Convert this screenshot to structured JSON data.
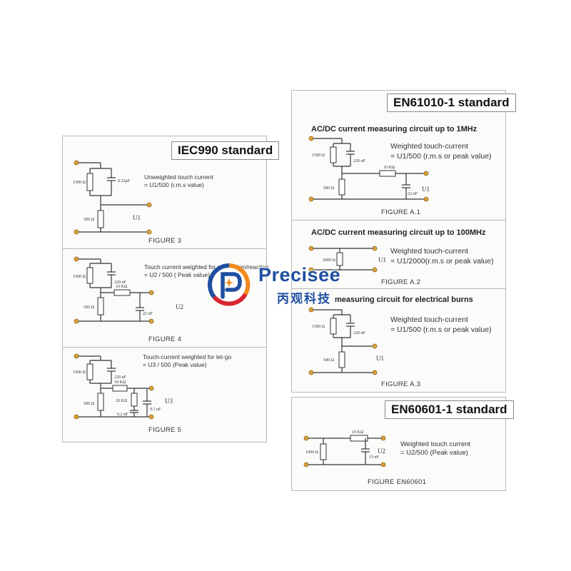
{
  "iec990": {
    "title": "IEC990 standard",
    "fig3": {
      "caption": "FIGURE 3",
      "note": [
        "Unweighted touch current",
        "= U1/500 (r.m.s value)"
      ],
      "r1": "1500 Ω",
      "c1": "0.22μF",
      "r2": "500 Ω",
      "u": "U1"
    },
    "fig4": {
      "caption": "FIGURE 4",
      "note": [
        "Touch current weighted for perception/reaction",
        "= U2 / 500  ( Peak value)"
      ],
      "r1": "1500 Ω",
      "c1": "220 nF",
      "r2": "500 Ω",
      "r3": "10 KΩ",
      "c2": "22 nF",
      "u": "U2"
    },
    "fig5": {
      "caption": "FIGURE 5",
      "note": [
        "Touch-current weighted for let-go",
        "= U3 / 500  (Peak value)"
      ],
      "r1": "1500 Ω",
      "c1": "220 nF",
      "r2": "500 Ω",
      "r3": "10 KΩ",
      "r4": "20 KΩ",
      "c2": "6.2 nF",
      "c3": "9.1 nF",
      "u": "U3"
    }
  },
  "en61010": {
    "title": "EN61010-1 standard",
    "a1": {
      "header": "AC/DC current measuring circuit up to 1MHz",
      "note": [
        "Weighted touch-current",
        "= U1/500 (r.m.s or peak value)"
      ],
      "caption": "FIGURE A.1",
      "r1": "1500 Ω",
      "c1": "220 nF",
      "r2": "500 Ω",
      "r3": "10 KΩ",
      "c2": "22 nF",
      "u": "U1"
    },
    "a2": {
      "header": "AC/DC current measuring circuit up to 100MHz",
      "note": [
        "Weighted touch-current",
        "= U1/2000(r.m.s or peak value)"
      ],
      "caption": "FIGURE A.2",
      "r1": "2000 Ω",
      "u": "U1"
    },
    "a3": {
      "header": "measuring circuit for electrical burns",
      "note": [
        "Weighted touch-current",
        "= U1/500 (r.m.s or peak value)"
      ],
      "caption": "FIGURE A.3",
      "r1": "1500 Ω",
      "c1": "220 nF",
      "r2": "500 Ω",
      "u": "U1"
    }
  },
  "en60601": {
    "title": "EN60601-1 standard",
    "note": [
      "Weighted touch current",
      "= U2/500 (Peak value)"
    ],
    "caption": "FIGURE EN60601",
    "r1": "1000 Ω",
    "r2": "10 KΩ",
    "c1": "15 nF",
    "u": "U2"
  },
  "logo": {
    "name": "Precisee",
    "subtitle": "丙观科技",
    "colors": {
      "blue": "#1f4fa0",
      "orange": "#f08a1c",
      "red": "#d8262e"
    }
  }
}
